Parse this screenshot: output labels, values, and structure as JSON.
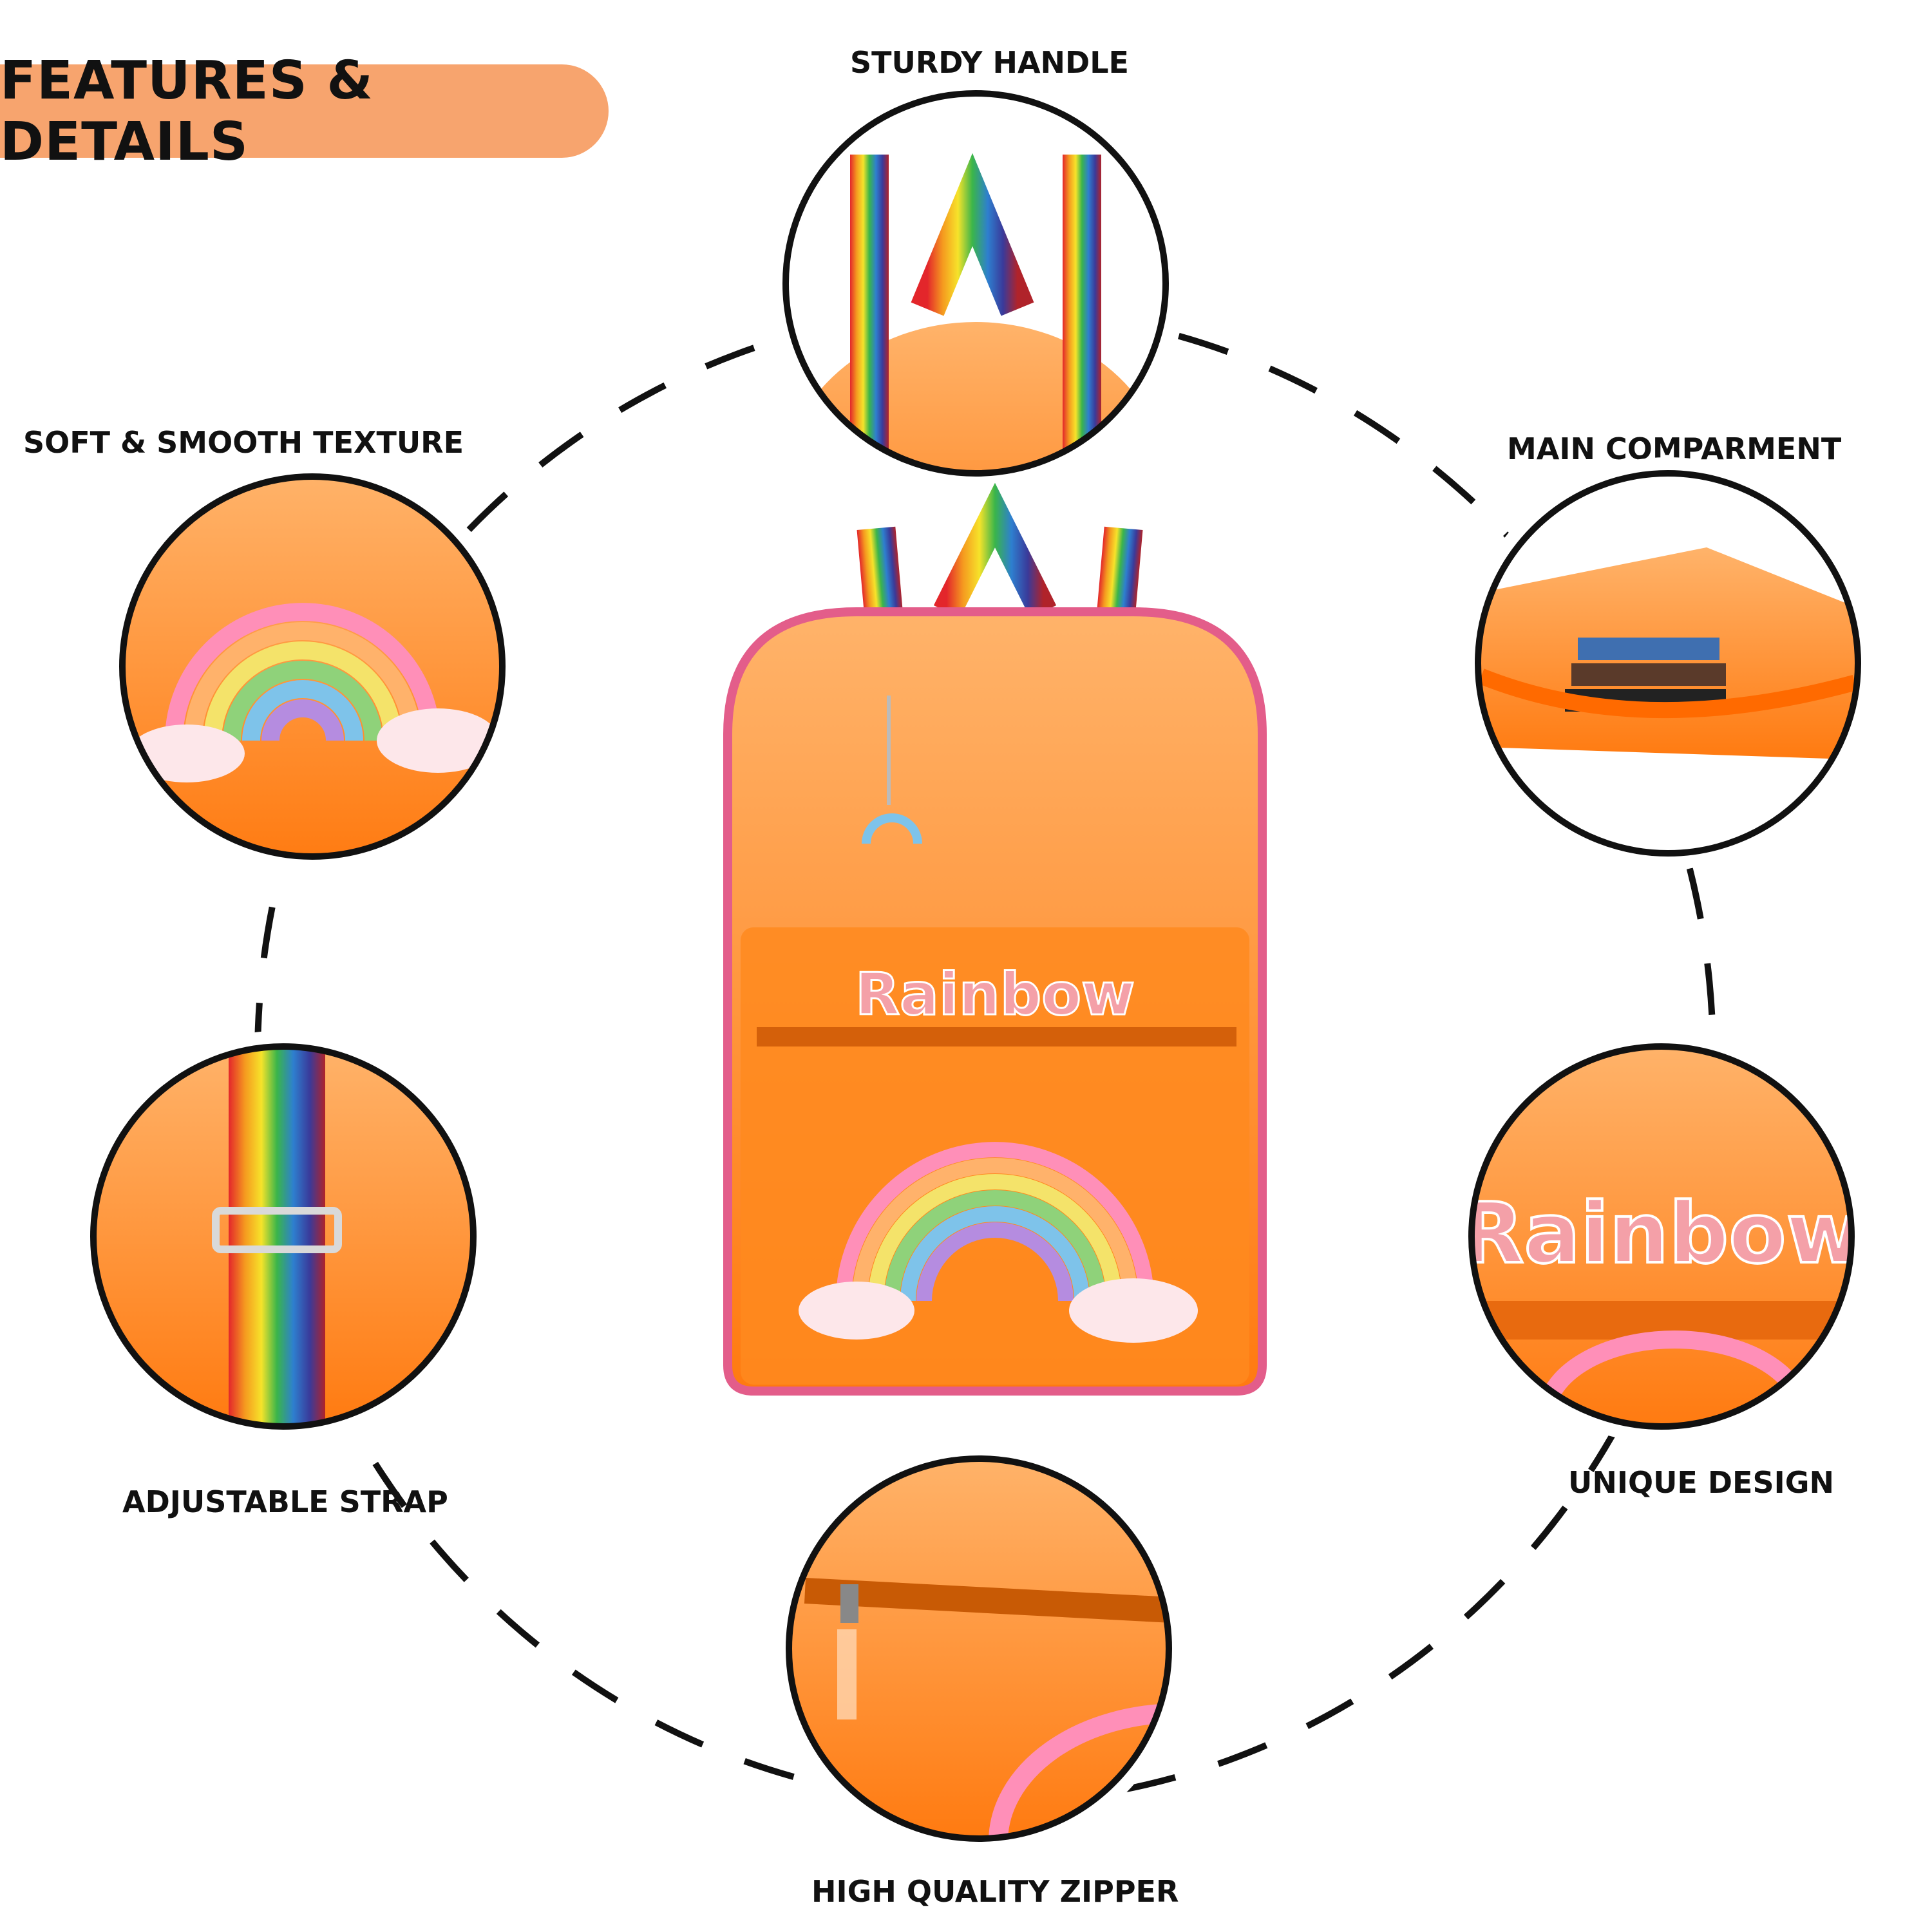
{
  "header": {
    "title": "FEATURES & DETAILS"
  },
  "features": [
    {
      "id": "sturdy-handle",
      "label": "STURDY HANDLE"
    },
    {
      "id": "soft-texture",
      "label": "SOFT & SMOOTH TEXTURE"
    },
    {
      "id": "main-compartment",
      "label": "MAIN COMPARMENT"
    },
    {
      "id": "adjustable-strap",
      "label": "ADJUSTABLE STRAP"
    },
    {
      "id": "unique-design",
      "label": "UNIQUE DESIGN"
    },
    {
      "id": "zipper",
      "label": "HIGH QUALITY ZIPPER"
    }
  ],
  "product": {
    "print_text": "Rainbow"
  },
  "colors": {
    "badge": "#f7a46e",
    "bag_orange": "#ff8a1e",
    "outline": "#111111"
  }
}
